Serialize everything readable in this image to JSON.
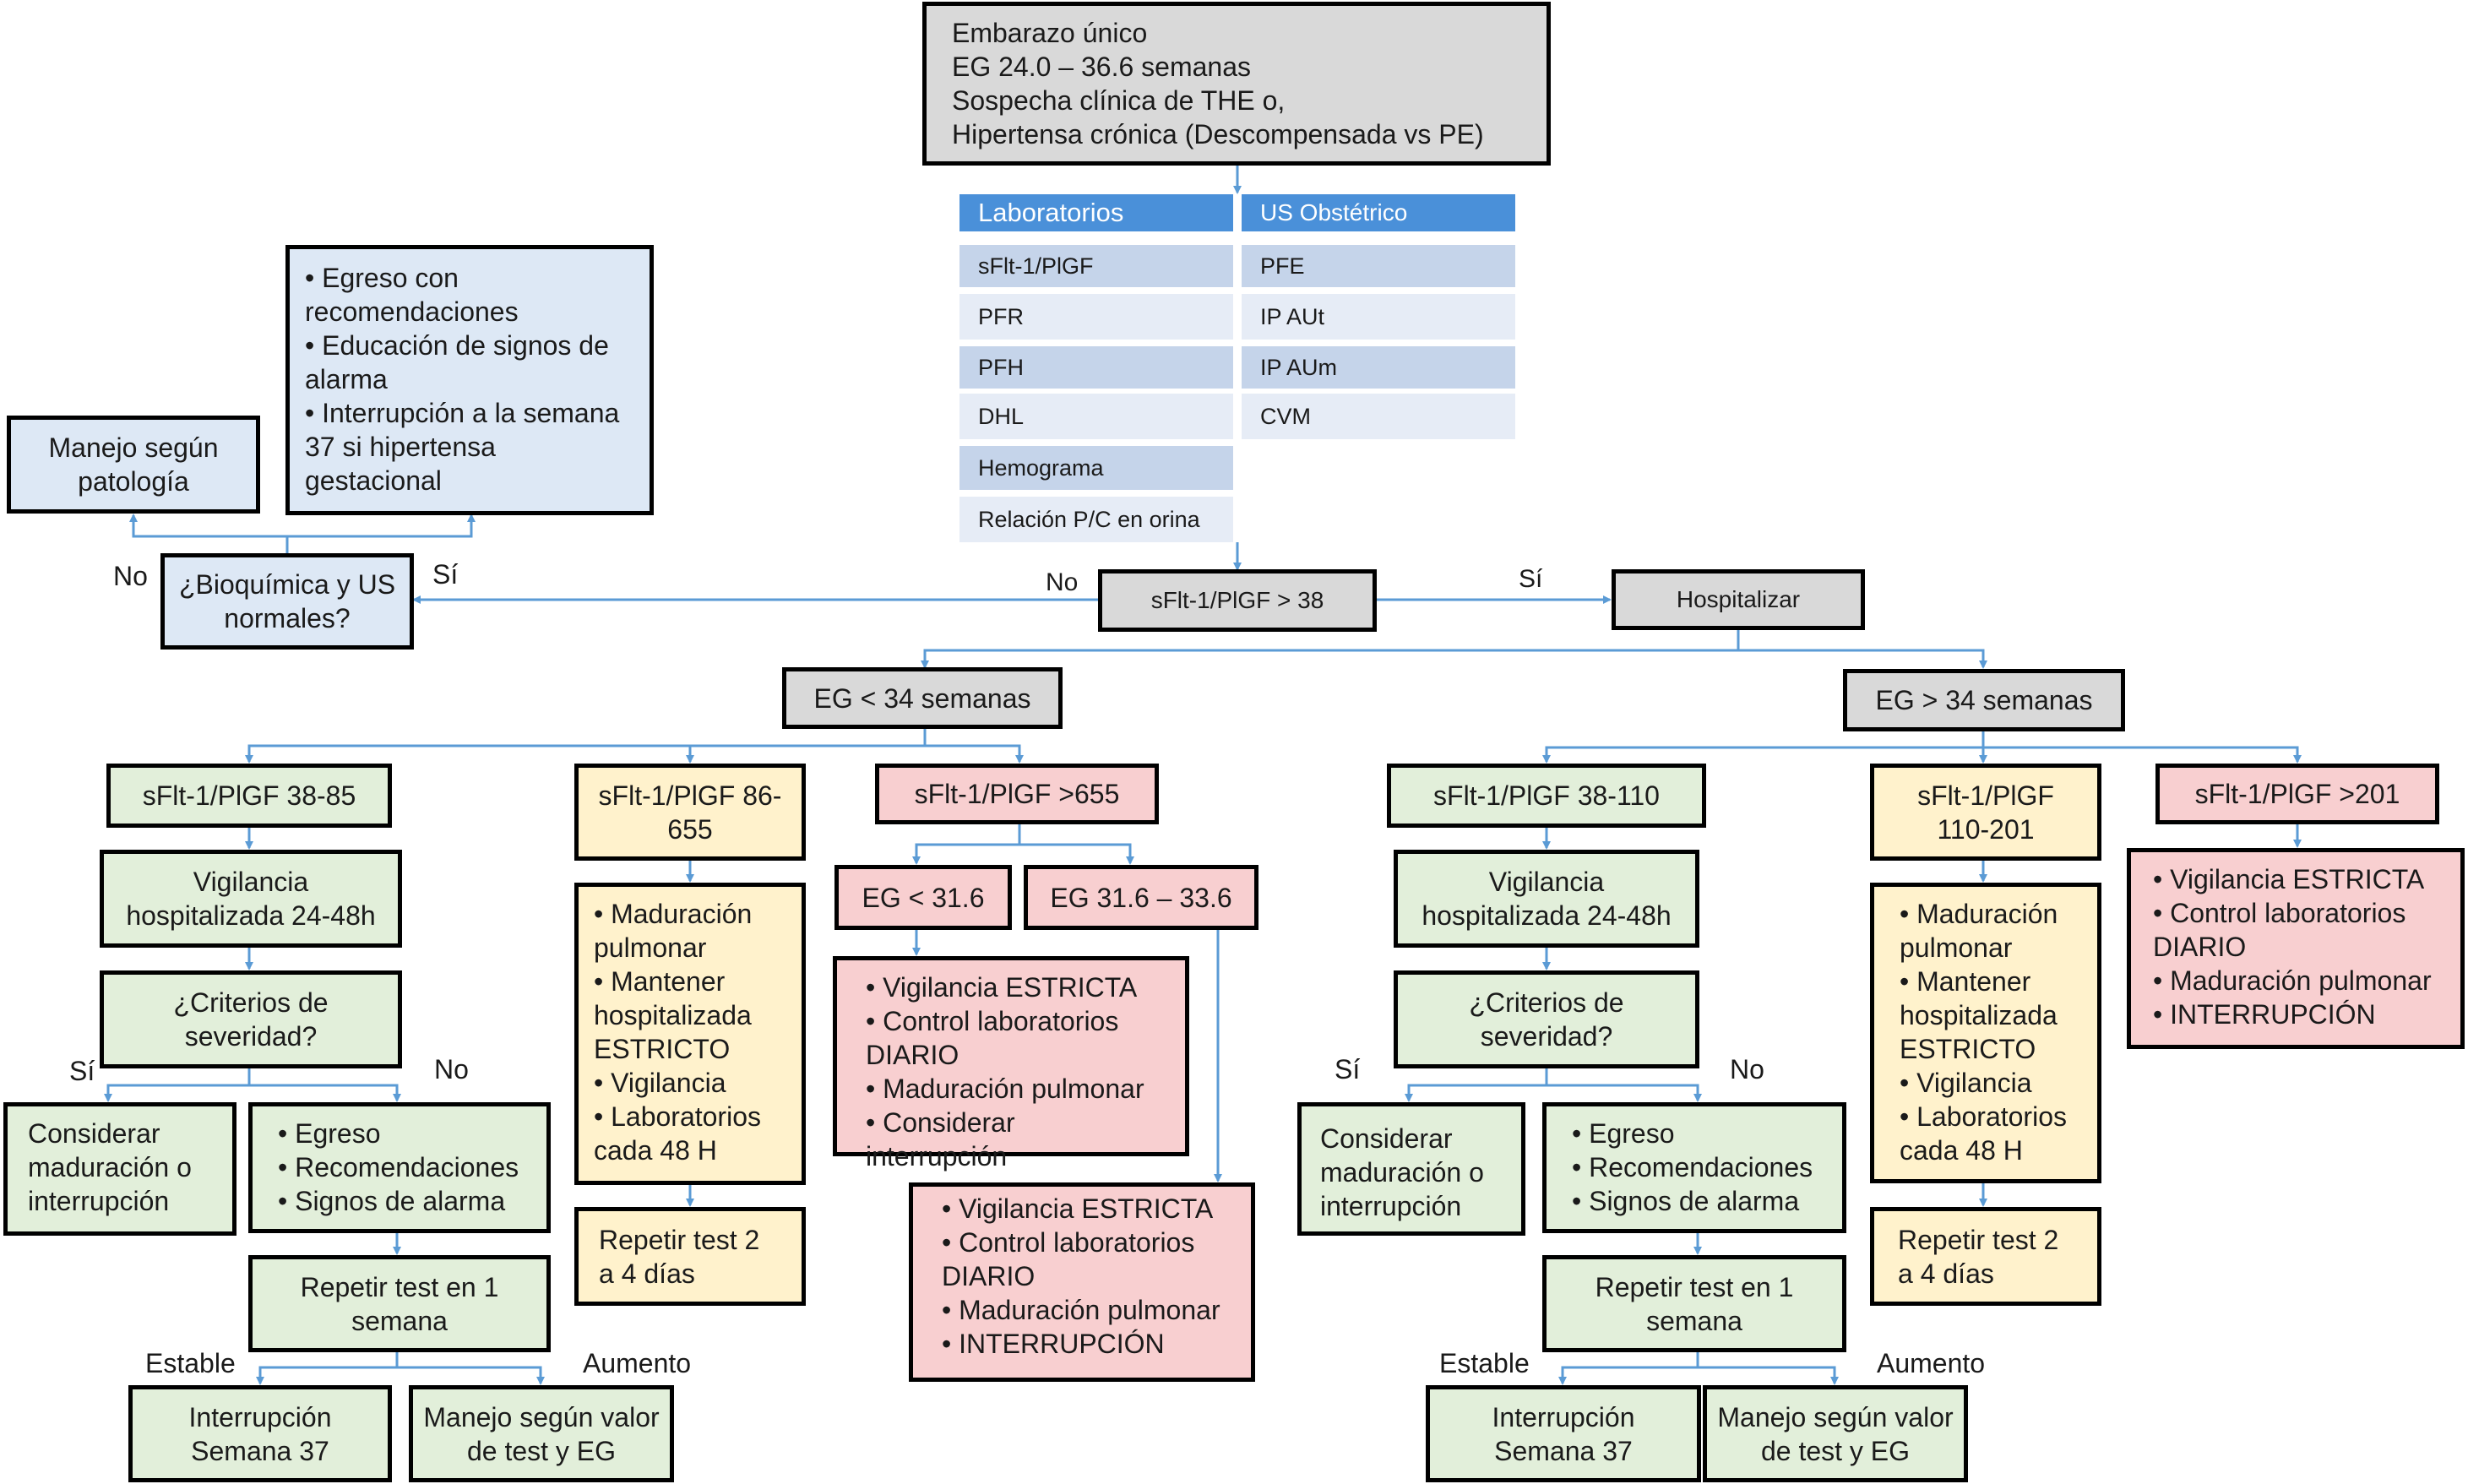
{
  "start": {
    "lines": [
      "Embarazo único",
      "EG 24.0 – 36.6 semanas",
      "Sospecha clínica de THE o,",
      "Hipertensa crónica (Descompensada vs PE)"
    ]
  },
  "tests_table": {
    "lab_header": "Laboratorios",
    "us_header": "US Obstétrico",
    "labs": [
      "sFlt-1/PlGF",
      "PFR",
      "PFH",
      "DHL",
      "Hemograma",
      "Relación P/C en orina"
    ],
    "us": [
      "PFE",
      "IP AUt",
      "IP AUm",
      "CVM"
    ]
  },
  "ratio_node": "sFlt-1/PlGF > 38",
  "hospitalize": "Hospitalizar",
  "labels": {
    "no": "No",
    "yes": "Sí",
    "stable": "Estable",
    "increase": "Aumento"
  },
  "normal_check": "¿Bioquímica y US normales?",
  "pathology_management": "Manejo según patología",
  "discharge_items": [
    "Egreso con recomendaciones",
    "Educación de signos de alarma",
    "Interrupción a la semana 37 si hipertensa gestacional"
  ],
  "left": {
    "ga_node": "EG < 34 semanas",
    "low_range": "sFlt-1/PlGF 38-85",
    "mid_range": "sFlt-1/PlGF 86-655",
    "high_range": "sFlt-1/PlGF >655",
    "surveillance": "Vigilancia hospitalizada 24-48h",
    "severity_question": "¿Criterios de severidad?",
    "consider": "Considerar maduración o interrupción",
    "discharge": [
      "Egreso",
      "Recomendaciones",
      "Signos de alarma"
    ],
    "repeat_week": "Repetir test en 1 semana",
    "stable_result": "Interrupción Semana 37",
    "increase_result": "Manejo según valor de test y EG",
    "mid_actions": [
      "Maduración pulmonar",
      "Mantener hospitalizada ESTRICTO",
      "Vigilancia",
      "Laboratorios cada 48 H"
    ],
    "mid_repeat": "Repetir test 2 a 4 días",
    "ga_early": "EG < 31.6",
    "ga_late": "EG 31.6 – 33.6",
    "early_actions": [
      "Vigilancia ESTRICTA",
      "Control laboratorios DIARIO",
      "Maduración pulmonar",
      "Considerar interrupción"
    ],
    "late_actions": [
      "Vigilancia ESTRICTA",
      "Control laboratorios DIARIO",
      "Maduración pulmonar",
      "INTERRUPCIÓN"
    ]
  },
  "right": {
    "ga_node": "EG > 34 semanas",
    "low_range": "sFlt-1/PlGF 38-110",
    "mid_range": "sFlt-1/PlGF\n110-201",
    "high_range": "sFlt-1/PlGF >201",
    "surveillance": "Vigilancia hospitalizada 24-48h",
    "severity_question": "¿Criterios de severidad?",
    "consider": "Considerar maduración o interrupción",
    "discharge": [
      "Egreso",
      "Recomendaciones",
      "Signos de alarma"
    ],
    "repeat_week": "Repetir test en 1 semana",
    "stable_result": "Interrupción Semana 37",
    "increase_result": "Manejo según valor de test y EG",
    "mid_actions": [
      "Maduración pulmonar",
      "Mantener hospitalizada ESTRICTO",
      "Vigilancia",
      "Laboratorios cada 48 H"
    ],
    "mid_repeat": "Repetir test 2 a 4 días",
    "high_actions": [
      "Vigilancia ESTRICTA",
      "Control laboratorios DIARIO",
      "Maduración pulmonar",
      "INTERRUPCIÓN"
    ]
  },
  "colors": {
    "connector": "#5b9bd5",
    "gray": "#d9d9d9",
    "blue": "#dde8f5",
    "green": "#e2efda",
    "yellow": "#fff2cc",
    "pink": "#f8cfd0",
    "table_header": "#4a90d9"
  }
}
